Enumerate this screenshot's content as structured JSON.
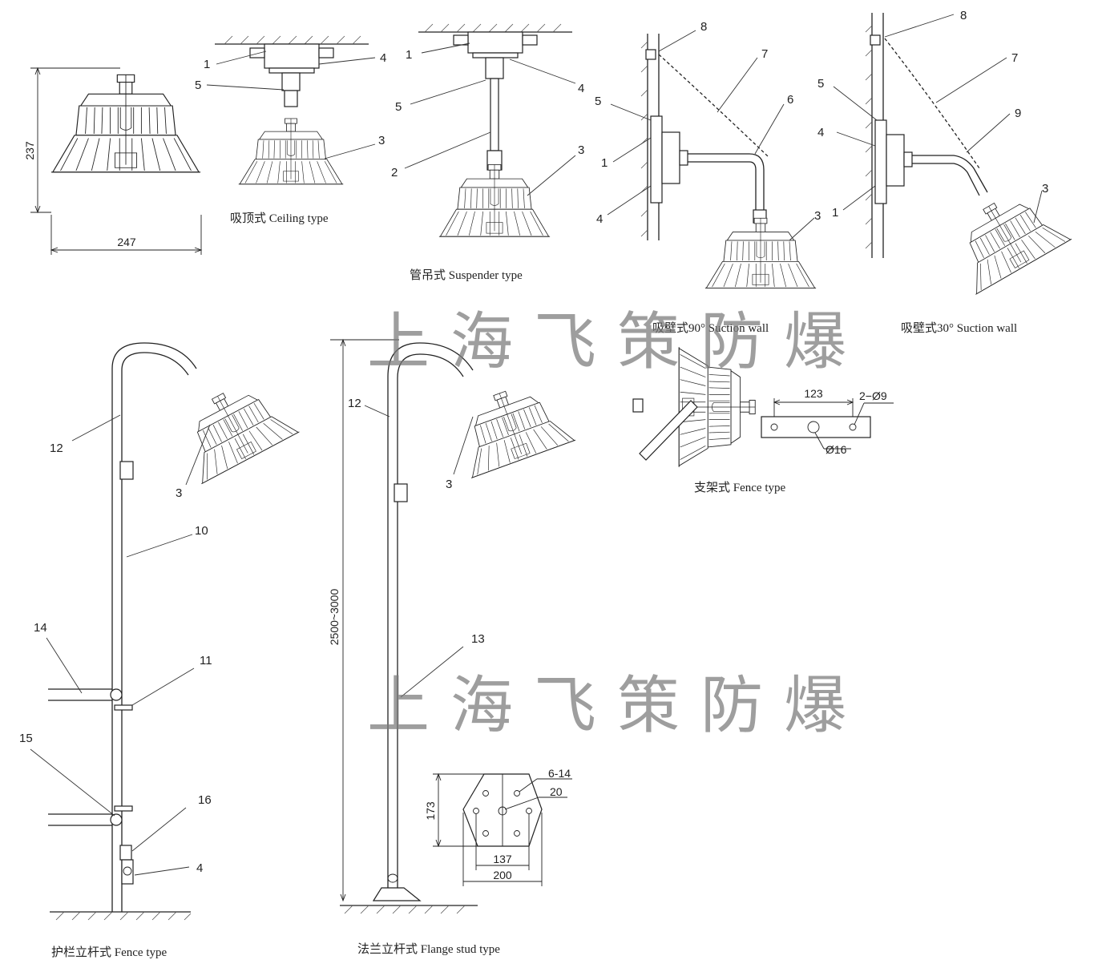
{
  "watermark": "上海飞策防爆",
  "captions": {
    "ceiling": "吸顶式 Ceiling type",
    "suspender": "管吊式 Suspender type",
    "wall90": "吸壁式90°   Suction wall",
    "wall30": "吸壁式30°   Suction wall",
    "fence_bracket": "支架式 Fence type",
    "fence_pole": "护栏立杆式  Fence type",
    "flange": "法兰立杆式  Flange stud type"
  },
  "dimensions": {
    "lamp_height": "237",
    "lamp_width": "247",
    "bracket_spacing": "123",
    "bracket_holes": "2−Ø9",
    "bracket_center_hole": "Ø16",
    "pole_height": "2500~3000",
    "flange_holes": "6-14",
    "flange_center": "20",
    "flange_height": "173",
    "flange_inner": "137",
    "flange_width": "200"
  },
  "labels": {
    "c1": "1",
    "c4": "4",
    "c5": "5",
    "c3": "3",
    "s1": "1",
    "s4": "4",
    "s5": "5",
    "s2": "2",
    "s3": "3",
    "w8": "8",
    "w7": "7",
    "w6": "6",
    "w5": "5",
    "w1": "1",
    "w4": "4",
    "w3": "3",
    "v8": "8",
    "v7": "7",
    "v5": "5",
    "v9": "9",
    "v4": "4",
    "v1": "1",
    "v3": "3",
    "f12": "12",
    "f3": "3",
    "f10": "10",
    "f14": "14",
    "f11": "11",
    "f15": "15",
    "f16": "16",
    "f4": "4",
    "g12": "12",
    "g3": "3",
    "g13": "13"
  }
}
